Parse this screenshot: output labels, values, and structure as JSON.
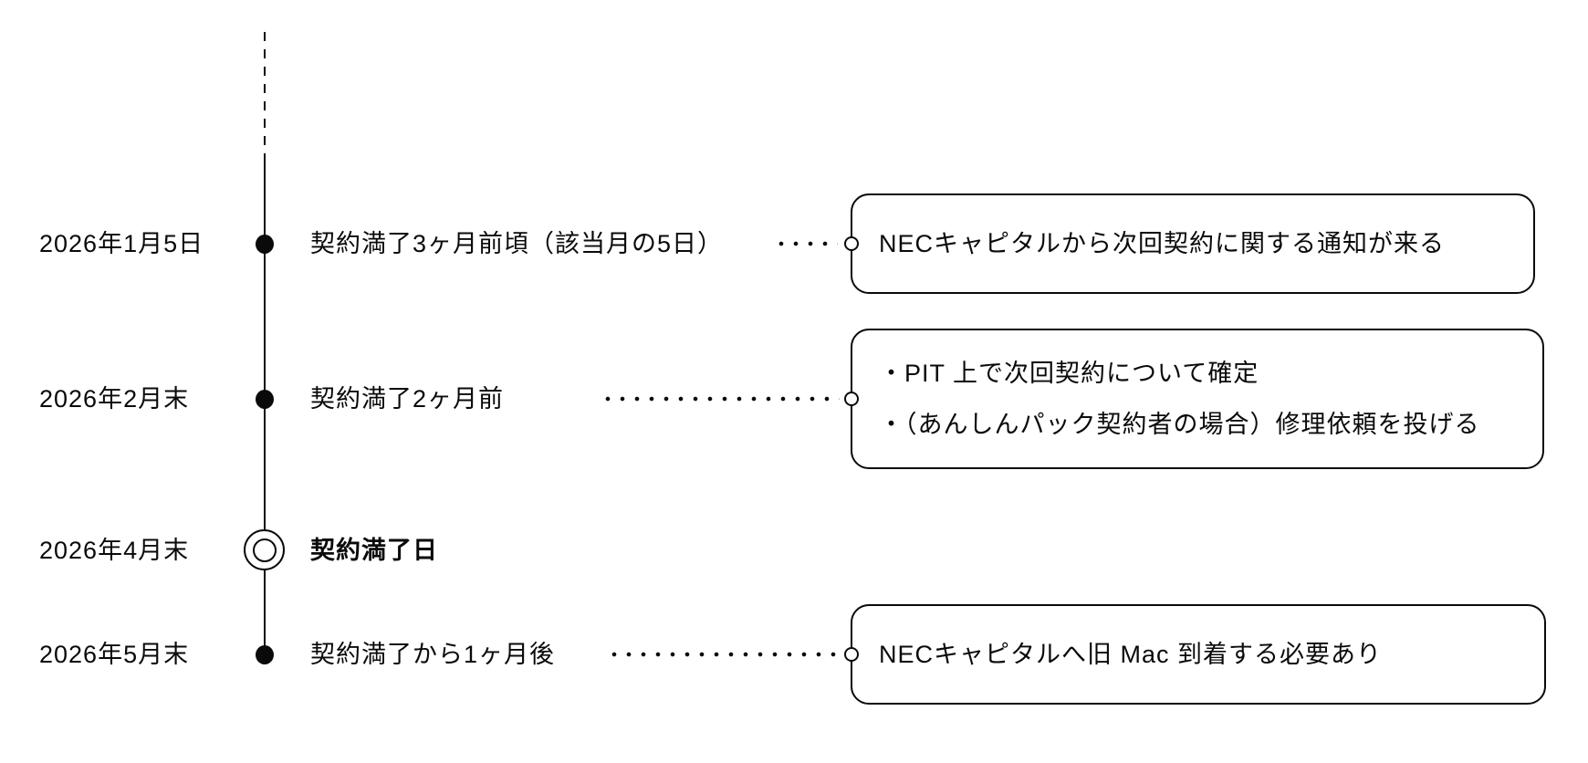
{
  "diagram": {
    "type": "timeline",
    "orientation": "vertical",
    "colors": {
      "ink": "#0a0a0a",
      "background": "#ffffff"
    },
    "events": [
      {
        "date": "2026年1月5日",
        "label": "契約満了3ヶ月前頃（該当月の5日）",
        "marker": "filled-dot",
        "emphasis": false,
        "notes": [
          "NECキャピタルから次回契約に関する通知が来る"
        ]
      },
      {
        "date": "2026年2月末",
        "label": "契約満了2ヶ月前",
        "marker": "filled-dot",
        "emphasis": false,
        "notes": [
          "・PIT 上で次回契約について確定",
          "・（あんしんパック契約者の場合）修理依頼を投げる"
        ]
      },
      {
        "date": "2026年4月末",
        "label": "契約満了日",
        "marker": "double-circle",
        "emphasis": true,
        "notes": []
      },
      {
        "date": "2026年5月末",
        "label": "契約満了から1ヶ月後",
        "marker": "filled-dot",
        "emphasis": false,
        "notes": [
          "NECキャピタルへ旧 Mac 到着する必要あり"
        ]
      }
    ]
  }
}
